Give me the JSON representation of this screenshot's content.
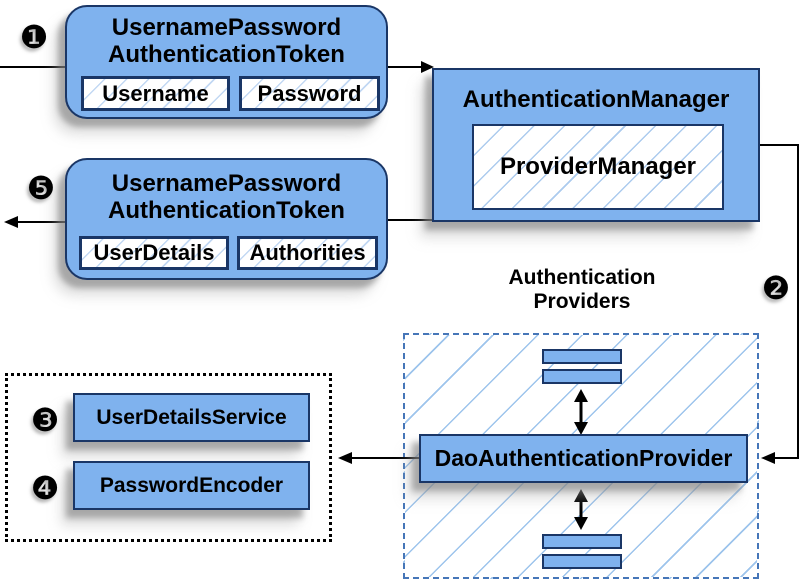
{
  "colors": {
    "box_fill": "#7fb2ee",
    "box_border": "#1a3666",
    "dashed_border": "#4676b8",
    "hatch_line": "#9dc4ec",
    "connector": "#000000"
  },
  "badges": {
    "step1": "❶",
    "step2": "❷",
    "step3": "❸",
    "step4": "❹",
    "step5": "❺"
  },
  "request_token": {
    "title1": "UsernamePassword",
    "title2": "AuthenticationToken",
    "field1": "Username",
    "field2": "Password"
  },
  "authentication_manager": {
    "title": "AuthenticationManager",
    "inner": "ProviderManager"
  },
  "response_token": {
    "title1": "UsernamePassword",
    "title2": "AuthenticationToken",
    "field1": "UserDetails",
    "field2": "Authorities"
  },
  "providers": {
    "label1": "Authentication",
    "label2": "Providers",
    "dao": "DaoAuthenticationProvider"
  },
  "services": {
    "user_details_service": "UserDetailsService",
    "password_encoder": "PasswordEncoder"
  }
}
